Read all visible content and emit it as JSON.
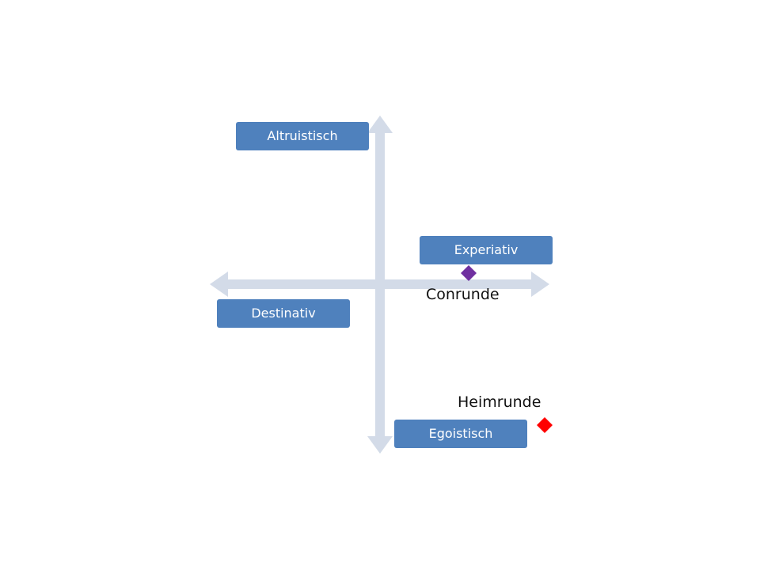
{
  "quadrant_labels": {
    "top": "Altruistisch",
    "right": "Experiativ",
    "left": "Destinativ",
    "bottom": "Egoistisch"
  },
  "points": [
    {
      "label": "Conrunde",
      "color": "#7030a0"
    },
    {
      "label": "Heimrunde",
      "color": "#ff0000"
    }
  ],
  "colors": {
    "axis": "#d3dbe8",
    "box": "#4f81bd",
    "box_text": "#ffffff"
  }
}
